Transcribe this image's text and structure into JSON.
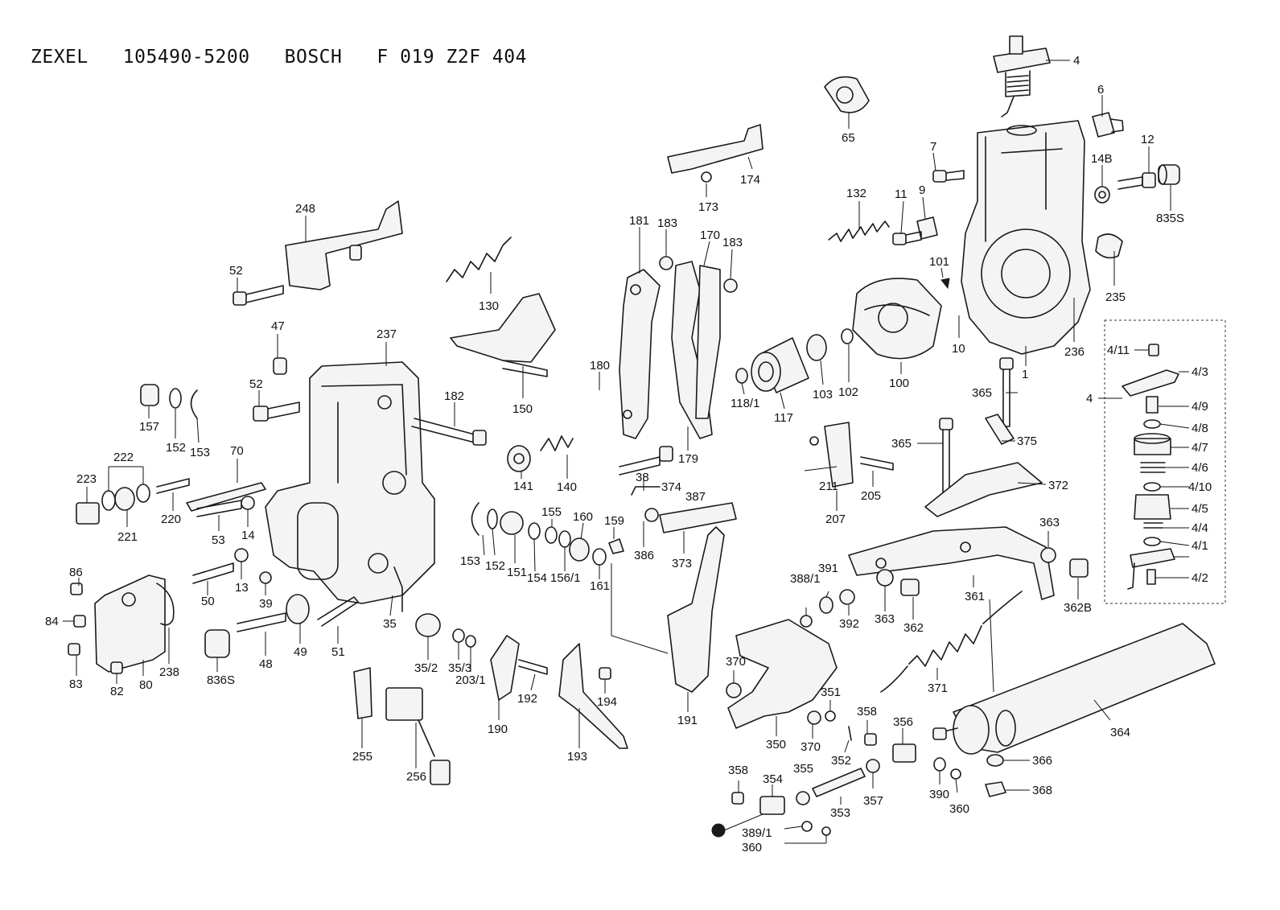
{
  "title": "ZEXEL   105490-5200   BOSCH   F 019 Z2F 404",
  "labels": {
    "l4": "4",
    "l6": "6",
    "l7": "7",
    "l9": "9",
    "l11": "11",
    "l12": "12",
    "l14B": "14B",
    "l835S": "835S",
    "l65": "65",
    "l132": "132",
    "l174": "174",
    "l173": "173",
    "l181": "181",
    "l183a": "183",
    "l170": "170",
    "l183b": "183",
    "l101": "101",
    "l235": "235",
    "l236": "236",
    "l10": "10",
    "l1": "1",
    "l100": "100",
    "l102": "102",
    "l103": "103",
    "l117": "117",
    "l118_1": "118/1",
    "l248": "248",
    "l52a": "52",
    "l130": "130",
    "l150": "150",
    "l47": "47",
    "l237": "237",
    "l182": "182",
    "l52b": "52",
    "l180": "180",
    "l179": "179",
    "l365a": "365",
    "l375": "375",
    "l365b": "365",
    "l372": "372",
    "l211": "211",
    "l207": "207",
    "l205": "205",
    "l157": "157",
    "l152a": "152",
    "l153a": "153",
    "l70": "70",
    "l222": "222",
    "l223": "223",
    "l221": "221",
    "l220": "220",
    "l53": "53",
    "l14": "14",
    "l141": "141",
    "l140": "140",
    "l38": "38",
    "l374": "374",
    "l387": "387",
    "l386": "386",
    "l373": "373",
    "l363a": "363",
    "l363b": "363",
    "l361": "361",
    "l362": "362",
    "l362B": "362B",
    "l153b": "153",
    "l152b": "152",
    "l151": "151",
    "l154": "154",
    "l155": "155",
    "l156_1": "156/1",
    "l160": "160",
    "l159": "159",
    "l161": "161",
    "l86": "86",
    "l84": "84",
    "l83": "83",
    "l82": "82",
    "l80": "80",
    "l238": "238",
    "l50": "50",
    "l13": "13",
    "l39": "39",
    "l35": "35",
    "l49": "49",
    "l48": "48",
    "l51": "51",
    "l836S": "836S",
    "l35_2": "35/2",
    "l35_3": "35/3",
    "l203_1": "203/1",
    "l190": "190",
    "l192": "192",
    "l194": "194",
    "l193": "193",
    "l255": "255",
    "l256": "256",
    "l191": "191",
    "l388_1": "388/1",
    "l391": "391",
    "l392": "392",
    "l370a": "370",
    "l350": "350",
    "l370b": "370",
    "l351": "351",
    "l352": "352",
    "l371": "371",
    "l364": "364",
    "l358a": "358",
    "l356": "356",
    "l366": "366",
    "l368": "368",
    "l390": "390",
    "l360a": "360",
    "l357": "357",
    "l353": "353",
    "l355": "355",
    "l354": "354",
    "l358b": "358",
    "l389_1": "389/1",
    "l360b": "360",
    "inset": {
      "group": "4",
      "i4_11": "4/11",
      "i4_3": "4/3",
      "i4_9": "4/9",
      "i4_8": "4/8",
      "i4_7": "4/7",
      "i4_6": "4/6",
      "i4_10": "4/10",
      "i4_5": "4/5",
      "i4_4": "4/4",
      "i4_1": "4/1",
      "i4_2": "4/2"
    }
  }
}
